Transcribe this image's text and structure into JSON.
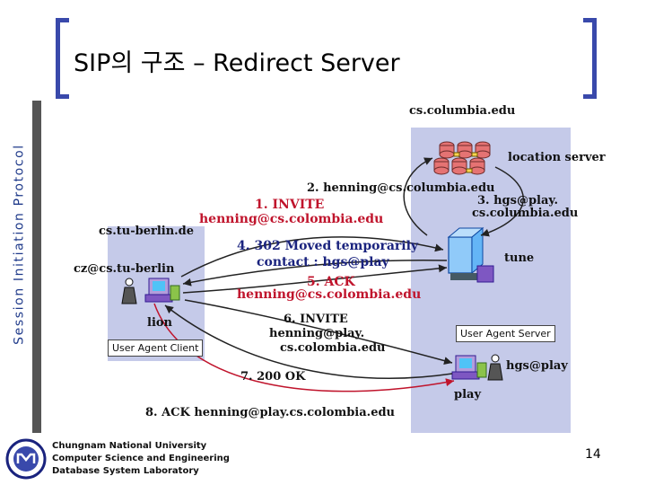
{
  "side_label": "Session Initiation Protocol",
  "title": "SIP의 구조 – Redirect Server",
  "diagram": {
    "domain_columbia": "cs.columbia.edu",
    "location_server": "location server",
    "domain_tuberlin": "cs.tu-berlin.de",
    "user_tuberlin": "cz@cs.tu-berlin",
    "host_lion": "lion",
    "host_tune": "tune",
    "host_play": "play",
    "user_play": "hgs@play",
    "uac_label": "User Agent Client",
    "uas_label": "User Agent Server",
    "step2": "2. henning@cs.columbia.edu",
    "step3_line1": "3. hgs@play.",
    "step3_line2": "cs.columbia.edu",
    "step1_line1": "1. INVITE",
    "step1_line2": "henning@cs.colombia.edu",
    "step4_line1": "4. 302 Moved temporarily",
    "step4_line2": "contact : hgs@play",
    "step5_line1": "5. ACK",
    "step5_line2": "henning@cs.colombia.edu",
    "step6_line1": "6. INVITE",
    "step6_line2": "henning@play.",
    "step6_line3": "cs.colombia.edu",
    "step7": "7. 200 OK",
    "step8": "8. ACK henning@play.cs.colombia.edu"
  },
  "footer": {
    "line1": "Chungnam National University",
    "line2": "Computer Science and Engineering",
    "line3": "Database System Laboratory"
  },
  "page_number": "14",
  "colors": {
    "accent": "#3949ab",
    "red_text": "#c0142c",
    "blue_text": "#1a237e",
    "region_fill": "#c5cae9"
  }
}
